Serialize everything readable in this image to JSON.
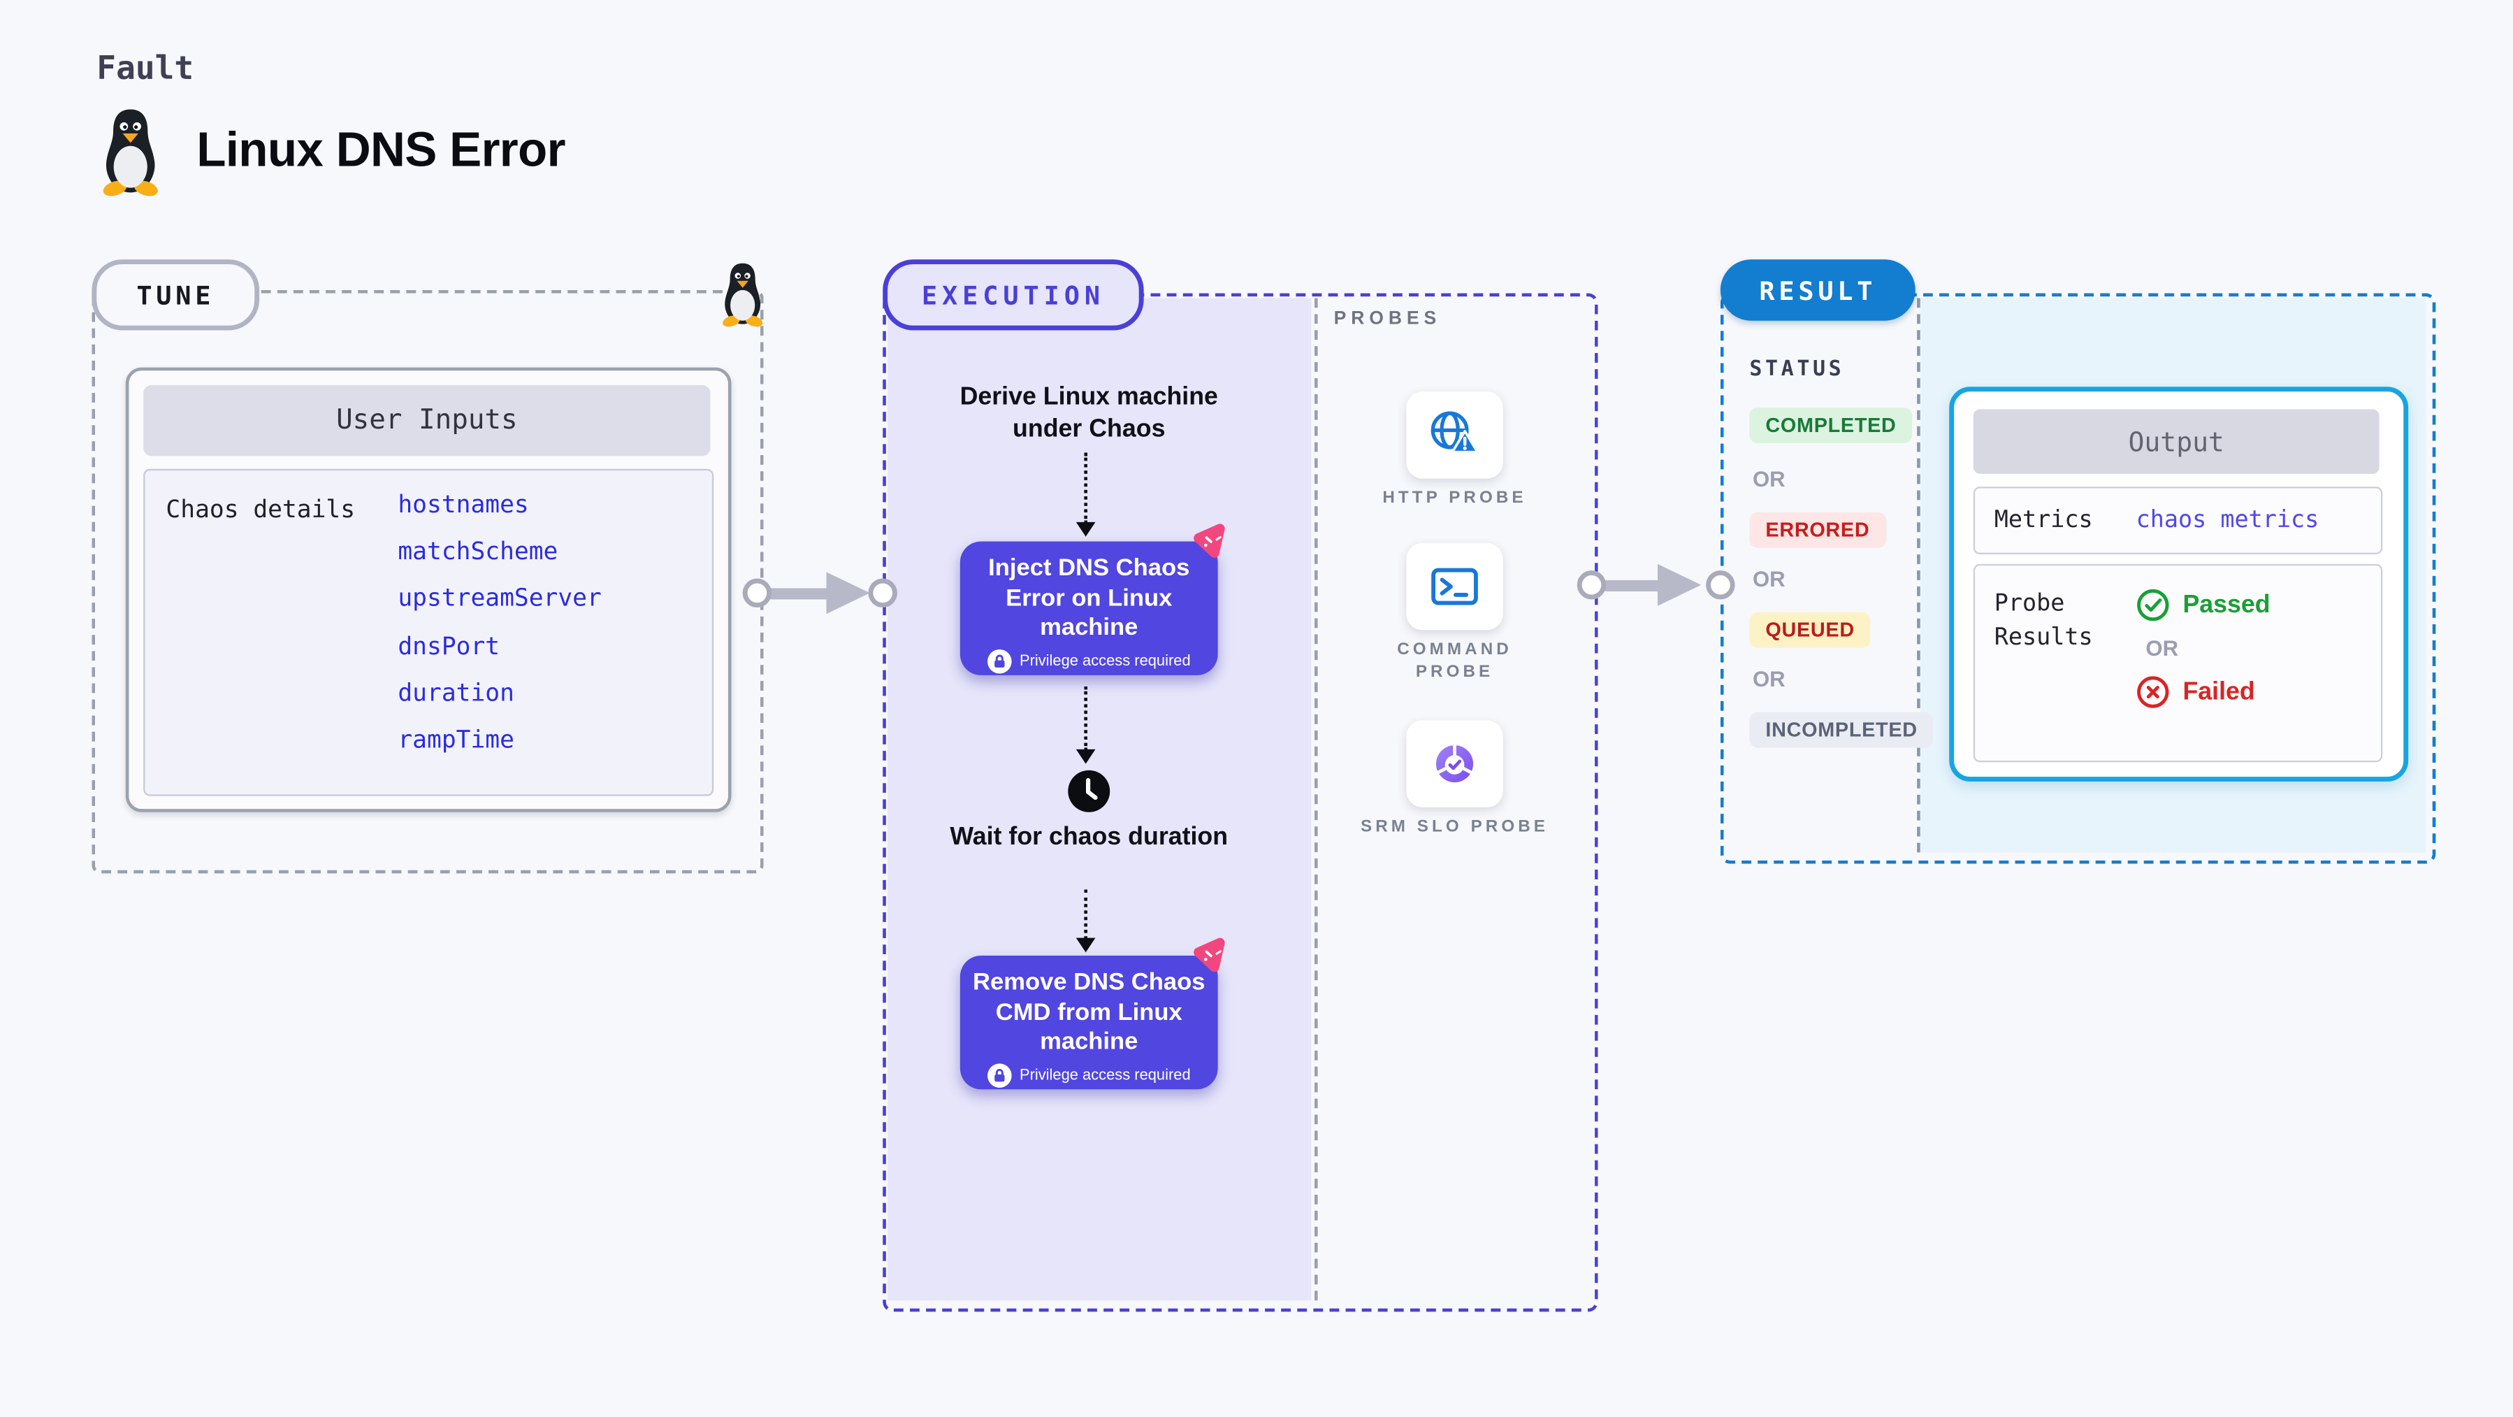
{
  "header": {
    "category": "Fault",
    "title": "Linux DNS Error"
  },
  "tune": {
    "label": "TUNE",
    "inputs_title": "User Inputs",
    "row_label": "Chaos details",
    "params": [
      "hostnames",
      "matchScheme",
      "upstreamServer",
      "dnsPort",
      "duration",
      "rampTime"
    ]
  },
  "execution": {
    "label": "EXECUTION",
    "steps": {
      "derive": "Derive Linux machine under Chaos",
      "inject": "Inject DNS Chaos Error on Linux machine",
      "wait": "Wait for chaos duration",
      "remove": "Remove DNS Chaos CMD from Linux machine"
    },
    "privilege_note": "Privilege access required"
  },
  "probes": {
    "label": "PROBES",
    "items": [
      {
        "name": "HTTP PROBE",
        "icon": "globe-warning-icon"
      },
      {
        "name": "COMMAND PROBE",
        "icon": "terminal-icon"
      },
      {
        "name": "SRM SLO PROBE",
        "icon": "donut-check-icon"
      }
    ]
  },
  "result": {
    "label": "RESULT",
    "status_title": "STATUS",
    "or_label": "OR",
    "statuses": [
      {
        "label": "COMPLETED",
        "tone": "green"
      },
      {
        "label": "ERRORED",
        "tone": "red"
      },
      {
        "label": "QUEUED",
        "tone": "amber"
      },
      {
        "label": "INCOMPLETED",
        "tone": "gray"
      }
    ],
    "output": {
      "title": "Output",
      "metrics_label": "Metrics",
      "metrics_value": "chaos metrics",
      "probe_results_label": "Probe Results",
      "passed_label": "Passed",
      "failed_label": "Failed"
    }
  },
  "icons": [
    "linux-tux-icon",
    "chaos-logo-icon",
    "lock-icon",
    "clock-icon",
    "globe-warning-icon",
    "terminal-icon",
    "donut-check-icon",
    "check-circle-icon",
    "x-circle-icon"
  ],
  "colors": {
    "page-bg": "#f7f8fb",
    "indigo": "#4a3fd8",
    "node-indigo": "#5146e0",
    "lavender": "#e6e5fa",
    "blue": "#137dd0",
    "cyan-border": "#17a5e2",
    "cyan-bg": "#e7f4fb",
    "gray-dash": "#9aa0ab",
    "param-blue": "#2b2be0",
    "metrics-value": "#5246ec",
    "green": "#18a035",
    "red": "#da2424",
    "arrow": "#b7b9c8",
    "pink": "#f2477e"
  }
}
